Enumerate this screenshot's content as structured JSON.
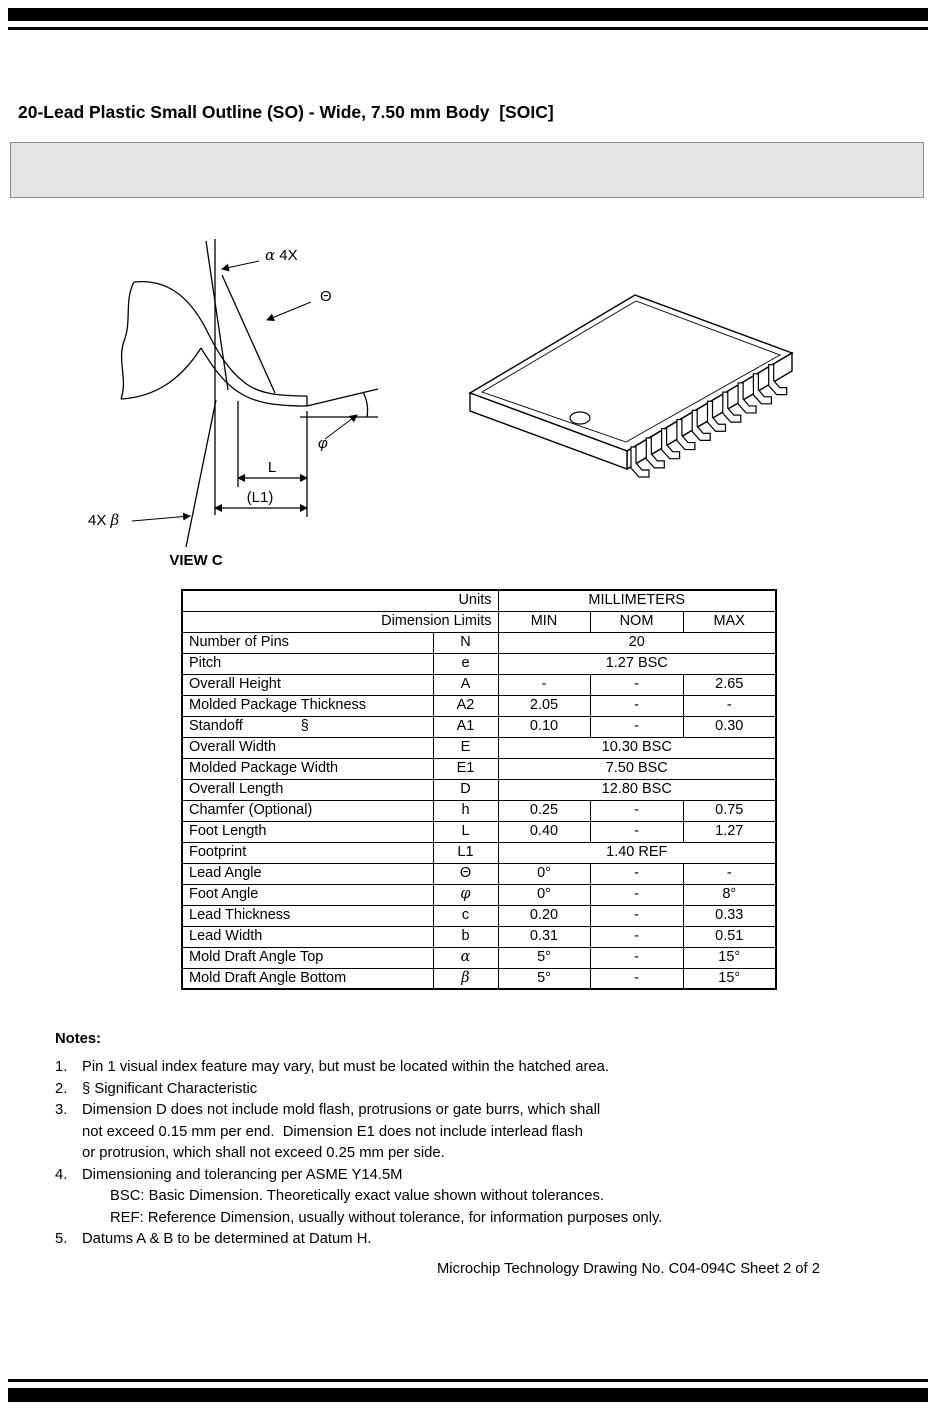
{
  "page": {
    "title": "20-Lead Plastic Small Outline (SO) - Wide, 7.50 mm Body  [SOIC]",
    "footer": "Microchip Technology Drawing No. C04-094C Sheet 2 of 2"
  },
  "drawing": {
    "view_label": "VIEW C",
    "alpha_symbol": "α",
    "alpha_suffix": " 4X",
    "theta_symbol": "Θ",
    "phi_symbol": "φ",
    "dim_L": "L",
    "dim_L1": "(L1)",
    "beta_prefix": "4X ",
    "beta_symbol": "β"
  },
  "table": {
    "header": {
      "units_label": "Units",
      "millimeters_label": "MILLIMETERS",
      "dimension_limits_label": "Dimension Limits",
      "min_label": "MIN",
      "nom_label": "NOM",
      "max_label": "MAX"
    },
    "rows": [
      {
        "name": "Number of Pins",
        "symbol": "N",
        "span": "20"
      },
      {
        "name": "Pitch",
        "symbol": "e",
        "span": "1.27 BSC"
      },
      {
        "name": "Overall Height",
        "symbol": "A",
        "min": "-",
        "nom": "-",
        "max": "2.65"
      },
      {
        "name": "Molded Package Thickness",
        "symbol": "A2",
        "min": "2.05",
        "nom": "-",
        "max": "-"
      },
      {
        "name": "Standoff",
        "suffix": "§",
        "symbol": "A1",
        "min": "0.10",
        "nom": "-",
        "max": "0.30"
      },
      {
        "name": "Overall Width",
        "symbol": "E",
        "span": "10.30 BSC"
      },
      {
        "name": "Molded Package Width",
        "symbol": "E1",
        "span": "7.50 BSC"
      },
      {
        "name": "Overall Length",
        "symbol": "D",
        "span": "12.80 BSC"
      },
      {
        "name": "Chamfer (Optional)",
        "symbol": "h",
        "min": "0.25",
        "nom": "-",
        "max": "0.75"
      },
      {
        "name": "Foot Length",
        "symbol": "L",
        "min": "0.40",
        "nom": "-",
        "max": "1.27"
      },
      {
        "name": "Footprint",
        "symbol": "L1",
        "span": "1.40 REF"
      },
      {
        "name": "Lead Angle",
        "symbol": "Θ",
        "min": "0°",
        "nom": "-",
        "max": "-"
      },
      {
        "name": "Foot Angle",
        "symbol": "φ",
        "min": "0°",
        "nom": "-",
        "max": "8°"
      },
      {
        "name": "Lead Thickness",
        "symbol": "c",
        "min": "0.20",
        "nom": "-",
        "max": "0.33"
      },
      {
        "name": "Lead Width",
        "symbol": "b",
        "min": "0.31",
        "nom": "-",
        "max": "0.51"
      },
      {
        "name": "Mold Draft Angle Top",
        "symbol": "α",
        "min": "5°",
        "nom": "-",
        "max": "15°"
      },
      {
        "name": "Mold Draft Angle Bottom",
        "symbol": "β",
        "min": "5°",
        "nom": "-",
        "max": "15°"
      }
    ]
  },
  "notes": {
    "heading": "Notes:",
    "items": [
      {
        "num": "1.",
        "lines": [
          "Pin 1 visual index feature may vary, but must be located within the hatched area."
        ]
      },
      {
        "num": "2.",
        "lines": [
          "§ Significant Characteristic"
        ]
      },
      {
        "num": "3.",
        "lines": [
          "Dimension D does not include mold flash, protrusions or gate burrs, which shall",
          "not exceed 0.15 mm per end.  Dimension E1 does not include interlead flash",
          "or protrusion, which shall not exceed 0.25 mm per side."
        ]
      },
      {
        "num": "4.",
        "lines": [
          "Dimensioning and tolerancing per ASME Y14.5M"
        ],
        "sub": [
          "BSC: Basic Dimension. Theoretically exact value shown without tolerances.",
          "REF: Reference Dimension, usually without tolerance, for information purposes only."
        ]
      },
      {
        "num": "5.",
        "lines": [
          "Datums A & B to be determined at Datum H."
        ]
      }
    ]
  }
}
